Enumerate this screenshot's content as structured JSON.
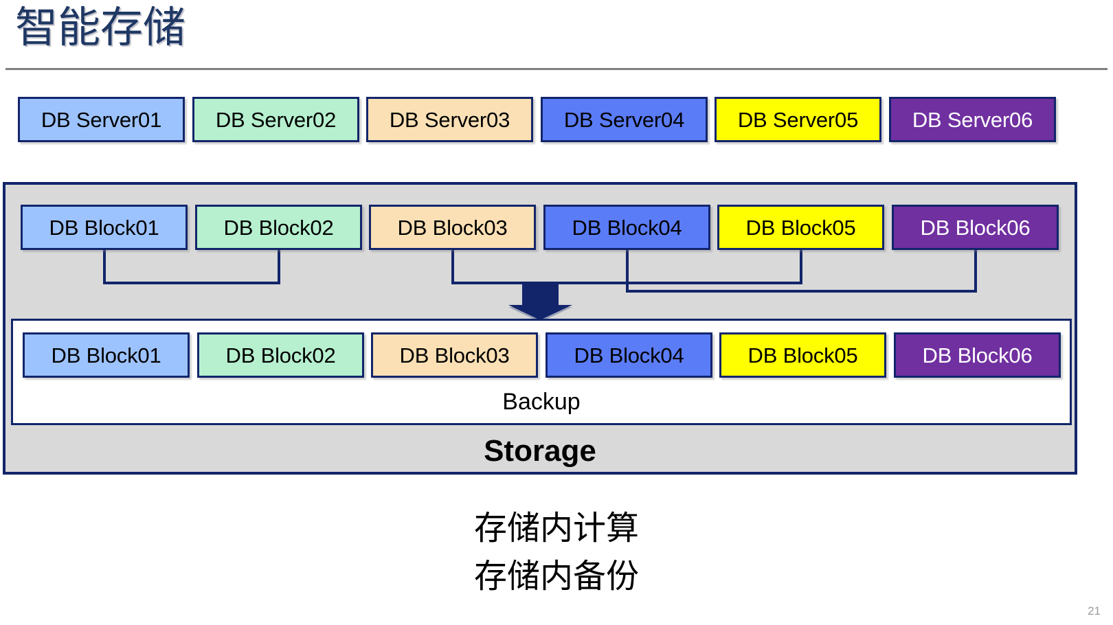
{
  "slide": {
    "title": "智能存储",
    "page_number": "21"
  },
  "colors": {
    "title_text": "#1F3864",
    "rule": "#808080",
    "border_navy": "#12256B",
    "storage_fill": "#D9D9D9",
    "backup_fill": "#FFFFFF",
    "blue_light": "#9DC3FF",
    "green_mint": "#B6F0CF",
    "peach": "#FAE0B4",
    "blue_cornflower": "#5B7CF7",
    "yellow": "#FFFF00",
    "purple": "#7030A0",
    "text_black": "#000000",
    "text_white": "#FFFFFF",
    "page_number": "#9A9A9A"
  },
  "server_row": {
    "items": [
      {
        "label": "DB Server01",
        "fill": "#9DC3FF",
        "text": "#000000"
      },
      {
        "label": "DB Server02",
        "fill": "#B6F0CF",
        "text": "#000000"
      },
      {
        "label": "DB Server03",
        "fill": "#FAE0B4",
        "text": "#000000"
      },
      {
        "label": "DB Server04",
        "fill": "#5B7CF7",
        "text": "#000000"
      },
      {
        "label": "DB Server05",
        "fill": "#FFFF00",
        "text": "#000000"
      },
      {
        "label": "DB Server06",
        "fill": "#7030A0",
        "text": "#FFFFFF"
      }
    ]
  },
  "storage": {
    "label": "Storage",
    "block_row": {
      "items": [
        {
          "label": "DB Block01",
          "fill": "#9DC3FF",
          "text": "#000000"
        },
        {
          "label": "DB Block02",
          "fill": "#B6F0CF",
          "text": "#000000"
        },
        {
          "label": "DB Block03",
          "fill": "#FAE0B4",
          "text": "#000000"
        },
        {
          "label": "DB Block04",
          "fill": "#5B7CF7",
          "text": "#000000"
        },
        {
          "label": "DB Block05",
          "fill": "#FFFF00",
          "text": "#000000"
        },
        {
          "label": "DB Block06",
          "fill": "#7030A0",
          "text": "#FFFFFF"
        }
      ]
    },
    "backup": {
      "label": "Backup",
      "items": [
        {
          "label": "DB Block01",
          "fill": "#9DC3FF",
          "text": "#000000"
        },
        {
          "label": "DB Block02",
          "fill": "#B6F0CF",
          "text": "#000000"
        },
        {
          "label": "DB Block03",
          "fill": "#FAE0B4",
          "text": "#000000"
        },
        {
          "label": "DB Block04",
          "fill": "#5B7CF7",
          "text": "#000000"
        },
        {
          "label": "DB Block05",
          "fill": "#FFFF00",
          "text": "#000000"
        },
        {
          "label": "DB Block06",
          "fill": "#7030A0",
          "text": "#FFFFFF"
        }
      ]
    },
    "connectors": [
      {
        "name": "bracket-block01-block02",
        "from_block": 1,
        "to_block": 2,
        "depth": "shallow"
      },
      {
        "name": "bracket-block03-block05",
        "from_block": 3,
        "to_block": 5,
        "depth": "shallow"
      },
      {
        "name": "bracket-block04-block06",
        "from_block": 4,
        "to_block": 6,
        "depth": "deep"
      }
    ],
    "arrow": {
      "name": "down-arrow",
      "direction": "down",
      "color": "#12256B"
    }
  },
  "caption": {
    "line1": "存储内计算",
    "line2": "存储内备份"
  }
}
